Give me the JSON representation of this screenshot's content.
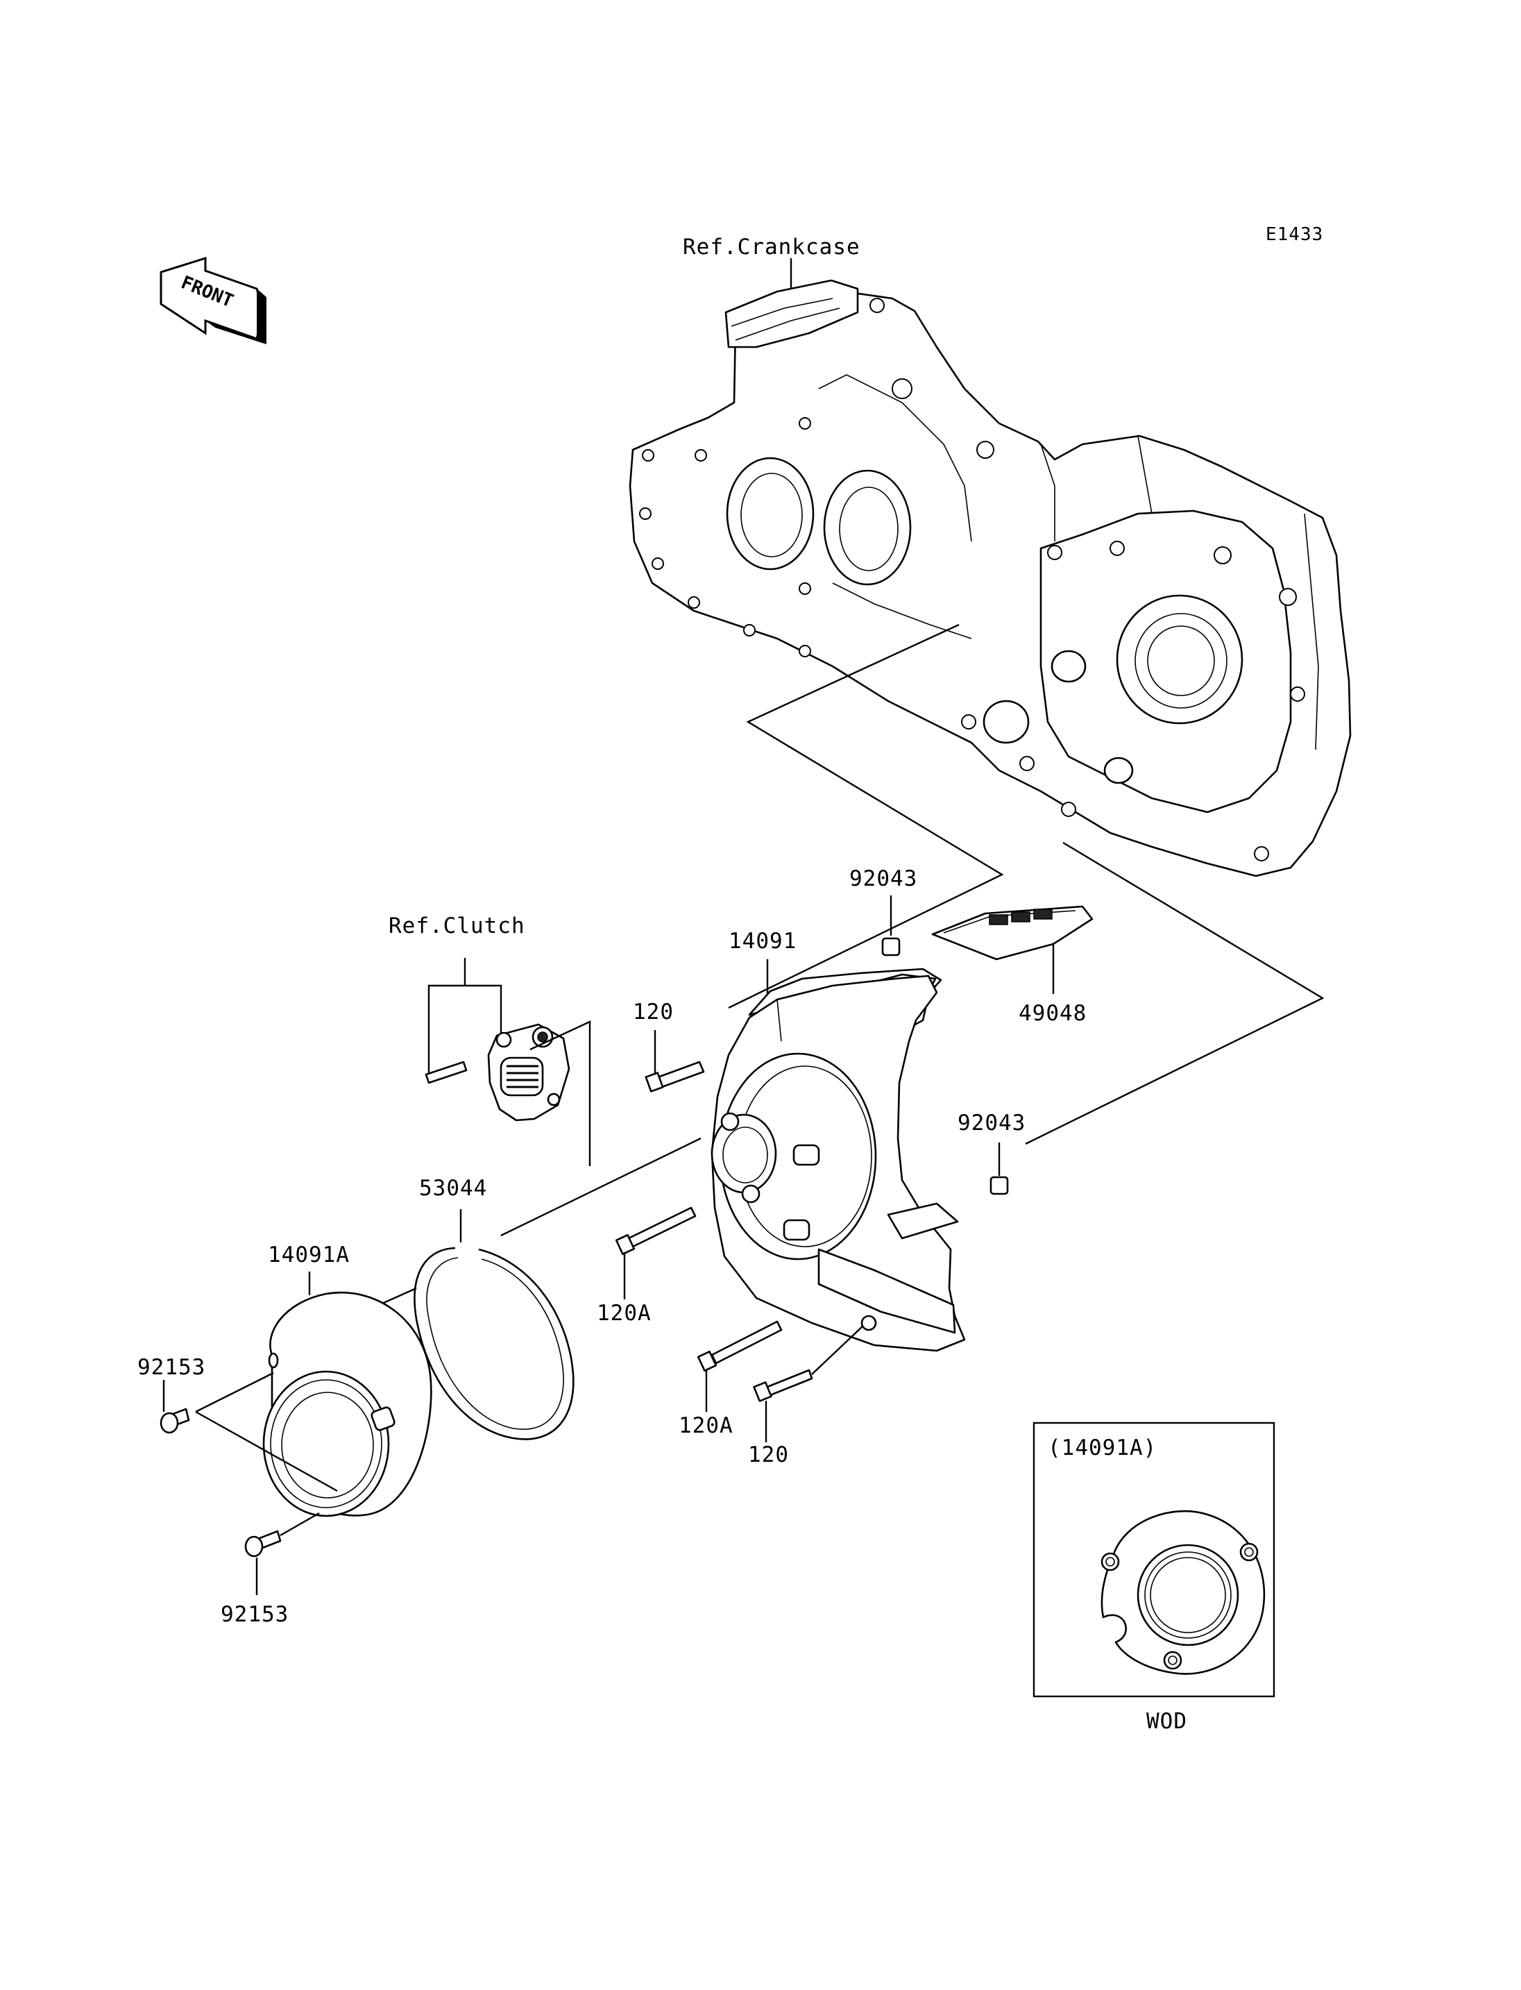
{
  "diagram_code": "E1433",
  "references": {
    "crankcase": "Ref.Crankcase",
    "clutch": "Ref.Clutch"
  },
  "front_arrow": "FRONT",
  "parts": {
    "p92043_top": "92043",
    "p14091": "14091",
    "p120_top": "120",
    "p49048": "49048",
    "p92043_mid": "92043",
    "p53044": "53044",
    "p14091A": "14091A",
    "p92153_left": "92153",
    "p120A_mid": "120A",
    "p120A_bottom": "120A",
    "p120_bottom": "120",
    "p92153_bottom": "92153"
  },
  "inset": {
    "title": "(14091A)",
    "caption": "WOD"
  }
}
